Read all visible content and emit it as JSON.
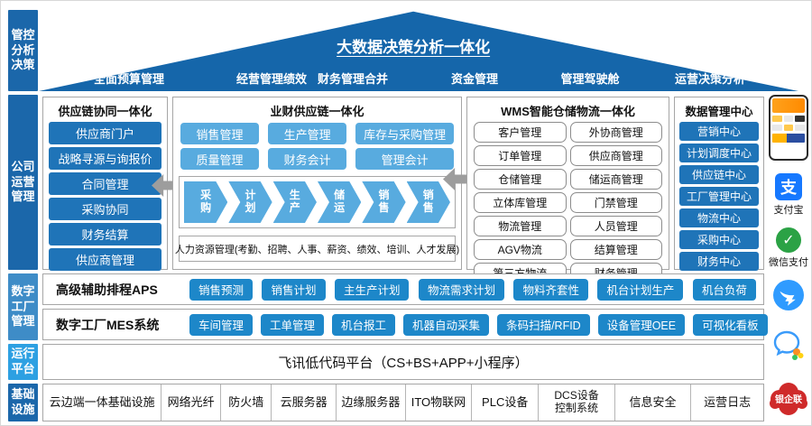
{
  "colors": {
    "roof_blue": "#1566aa",
    "dark_blue": "#1f74b8",
    "light_blue": "#58abdf",
    "cyan_blue": "#1d87c9",
    "sidebar_mid": "#3e8cc7",
    "sidebar_bright": "#2da0e2",
    "arrow_gray": "#9d9d9d"
  },
  "sidebar": {
    "items": [
      {
        "label": "管控\n分析\n决策"
      },
      {
        "label": "公司\n运营\n管理"
      },
      {
        "label": "数字\n工厂\n管理"
      },
      {
        "label": "运行\n平台"
      },
      {
        "label": "基础\n设施"
      }
    ]
  },
  "roof": {
    "title": "大数据决策分析一体化",
    "menu": [
      "全面预算管理",
      "经营管理绩效",
      "财务管理合并",
      "资金管理",
      "管理驾驶舱",
      "运营决策分析"
    ]
  },
  "supply_chain": {
    "title": "供应链协同一体化",
    "items": [
      "供应商门户",
      "战略寻源与询报价",
      "合同管理",
      "采购协同",
      "财务结算",
      "供应商管理"
    ]
  },
  "biz_finance": {
    "title": "业财供应链一体化",
    "buttons": [
      "销售管理",
      "生产管理",
      "库存与采购管理",
      "质量管理",
      "财务会计",
      "管理会计"
    ],
    "chevrons": [
      "采购",
      "计划",
      "生产",
      "储运",
      "销售",
      "销售"
    ],
    "hr": "人力资源管理(考勤、招聘、人事、薪资、绩效、培训、人才发展)"
  },
  "wms": {
    "title": "WMS智能仓储物流一体化",
    "items": [
      "客户管理",
      "外协商管理",
      "订单管理",
      "供应商管理",
      "仓储管理",
      "储运商管理",
      "立体库管理",
      "门禁管理",
      "物流管理",
      "人员管理",
      "AGV物流",
      "结算管理",
      "第三方物流",
      "财务管理"
    ]
  },
  "data_center": {
    "title": "数据管理中心",
    "items": [
      "营销中心",
      "计划调度中心",
      "供应链中心",
      "工厂管理中心",
      "物流中心",
      "采购中心",
      "财务中心"
    ]
  },
  "aps": {
    "label": "高级辅助排程APS",
    "items": [
      "销售预测",
      "销售计划",
      "主生产计划",
      "物流需求计划",
      "物料齐套性",
      "机台计划生产",
      "机台负荷"
    ]
  },
  "mes": {
    "label": "数字工厂MES系统",
    "items": [
      "车间管理",
      "工单管理",
      "机台报工",
      "机器自动采集",
      "条码扫描/RFID",
      "设备管理OEE",
      "可视化看板"
    ]
  },
  "runtime": {
    "text": "飞讯低代码平台（CS+BS+APP+小程序）"
  },
  "infra": {
    "items": [
      "云边端一体基础设施",
      "网络光纤",
      "防火墙",
      "云服务器",
      "边缘服务器",
      "ITO物联网",
      "PLC设备",
      "DCS设备\n控制系统",
      "信息安全",
      "运营日志"
    ]
  },
  "icons": {
    "alipay_char": "支",
    "alipay_label": "支付宝",
    "wechat_label": "微信支付",
    "unionpay_label": "银企联"
  }
}
